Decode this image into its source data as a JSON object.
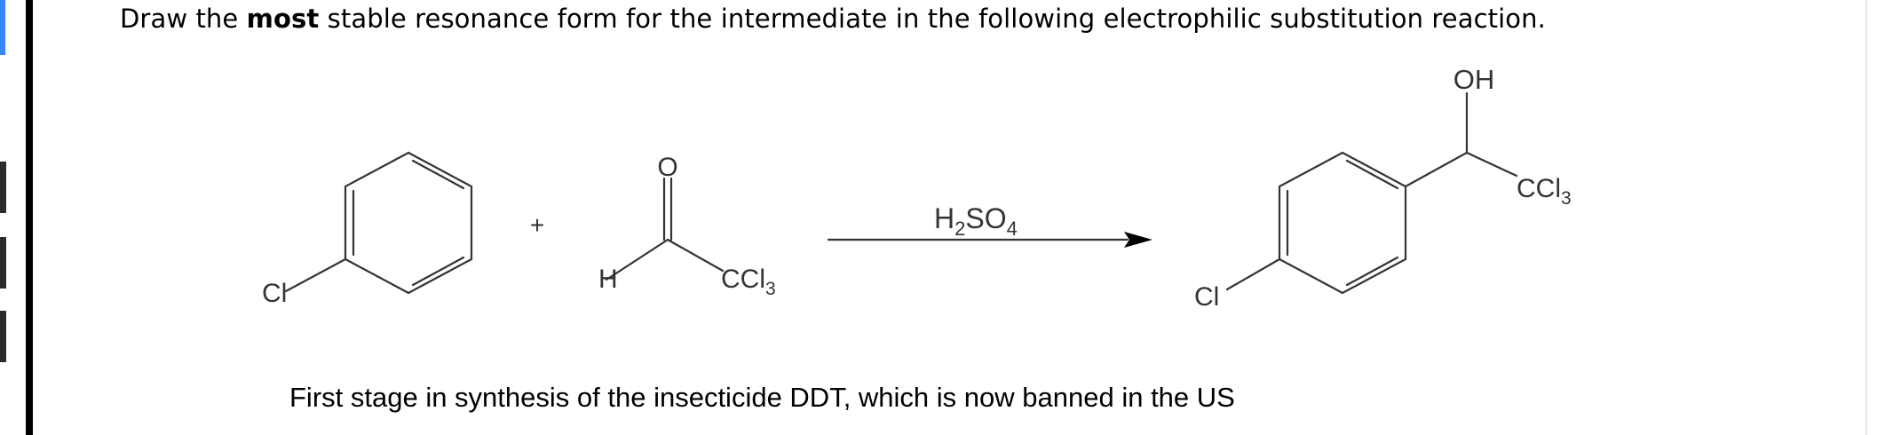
{
  "question": {
    "before": "Draw the ",
    "emphasis": "most",
    "after": " stable resonance form for the intermediate in the following electrophilic substitution reaction."
  },
  "scheme": {
    "reactant1": {
      "cl": "Cl"
    },
    "plus": "+",
    "reactant2": {
      "o": "O",
      "h": "H",
      "ccl3": {
        "main": "CCl",
        "sub": "3"
      }
    },
    "reagent": {
      "h": "H",
      "sub2": "2",
      "so": "SO",
      "sub4": "4"
    },
    "product": {
      "oh": "OH",
      "ccl3": {
        "main": "CCl",
        "sub": "3"
      },
      "cl": "Cl"
    }
  },
  "caption": "First stage in synthesis of the insecticide DDT, which is now banned in the US",
  "colors": {
    "accent": "#3a86ff",
    "text": "#000000",
    "bond": "#333333",
    "rail": "#000000"
  }
}
